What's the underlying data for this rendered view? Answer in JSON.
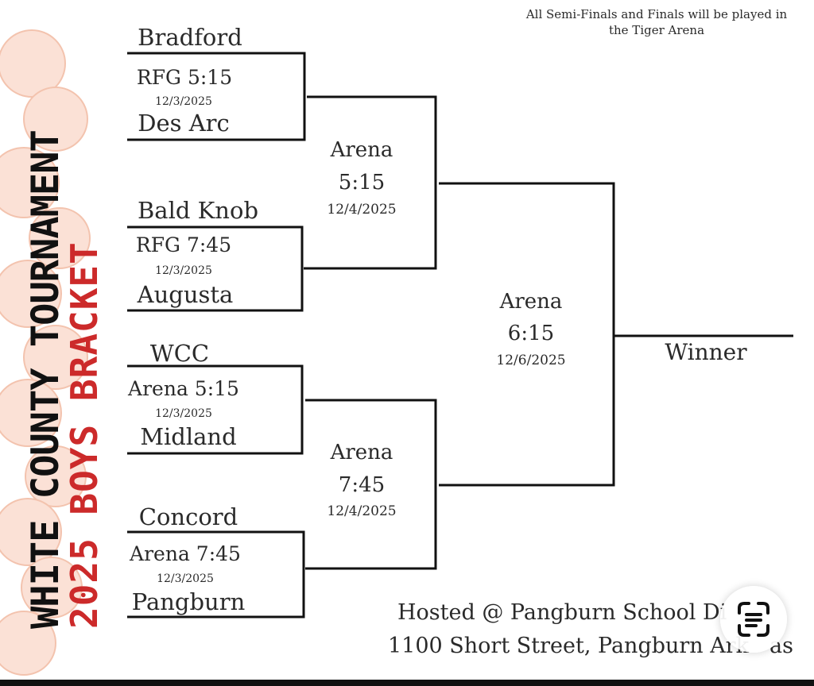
{
  "title": {
    "line1": "WHITE COUNTY TOURNAMENT",
    "line2": "2025 BOYS BRACKET"
  },
  "note": {
    "line1": "All Semi-Finals and Finals will be played in",
    "line2": "the Tiger Arena"
  },
  "games": [
    {
      "top": "Bradford",
      "info": "RFG 5:15",
      "date": "12/3/2025",
      "bottom": "Des Arc"
    },
    {
      "top": "Bald Knob",
      "info": "RFG 7:45",
      "date": "12/3/2025",
      "bottom": "Augusta"
    },
    {
      "top": "WCC",
      "info": "Arena 5:15",
      "date": "12/3/2025",
      "bottom": "Midland"
    },
    {
      "top": "Concord",
      "info": "Arena 7:45",
      "date": "12/3/2025",
      "bottom": "Pangburn"
    }
  ],
  "semis": [
    {
      "venue": "Arena",
      "time": "5:15",
      "date": "12/4/2025"
    },
    {
      "venue": "Arena",
      "time": "7:45",
      "date": "12/4/2025"
    }
  ],
  "final": {
    "venue": "Arena",
    "time": "6:15",
    "date": "12/6/2025"
  },
  "winner_label": "Winner",
  "host": {
    "line1": "Hosted @ Pangburn School Di",
    "line2": "1100 Short Street, Pangburn Ark",
    "line2_tail": "as"
  },
  "icons": {
    "lens": "text-scan-icon"
  },
  "colors": {
    "accent": "#cc2a2a",
    "line": "#111111",
    "background_balls": "#f6c7b3"
  }
}
